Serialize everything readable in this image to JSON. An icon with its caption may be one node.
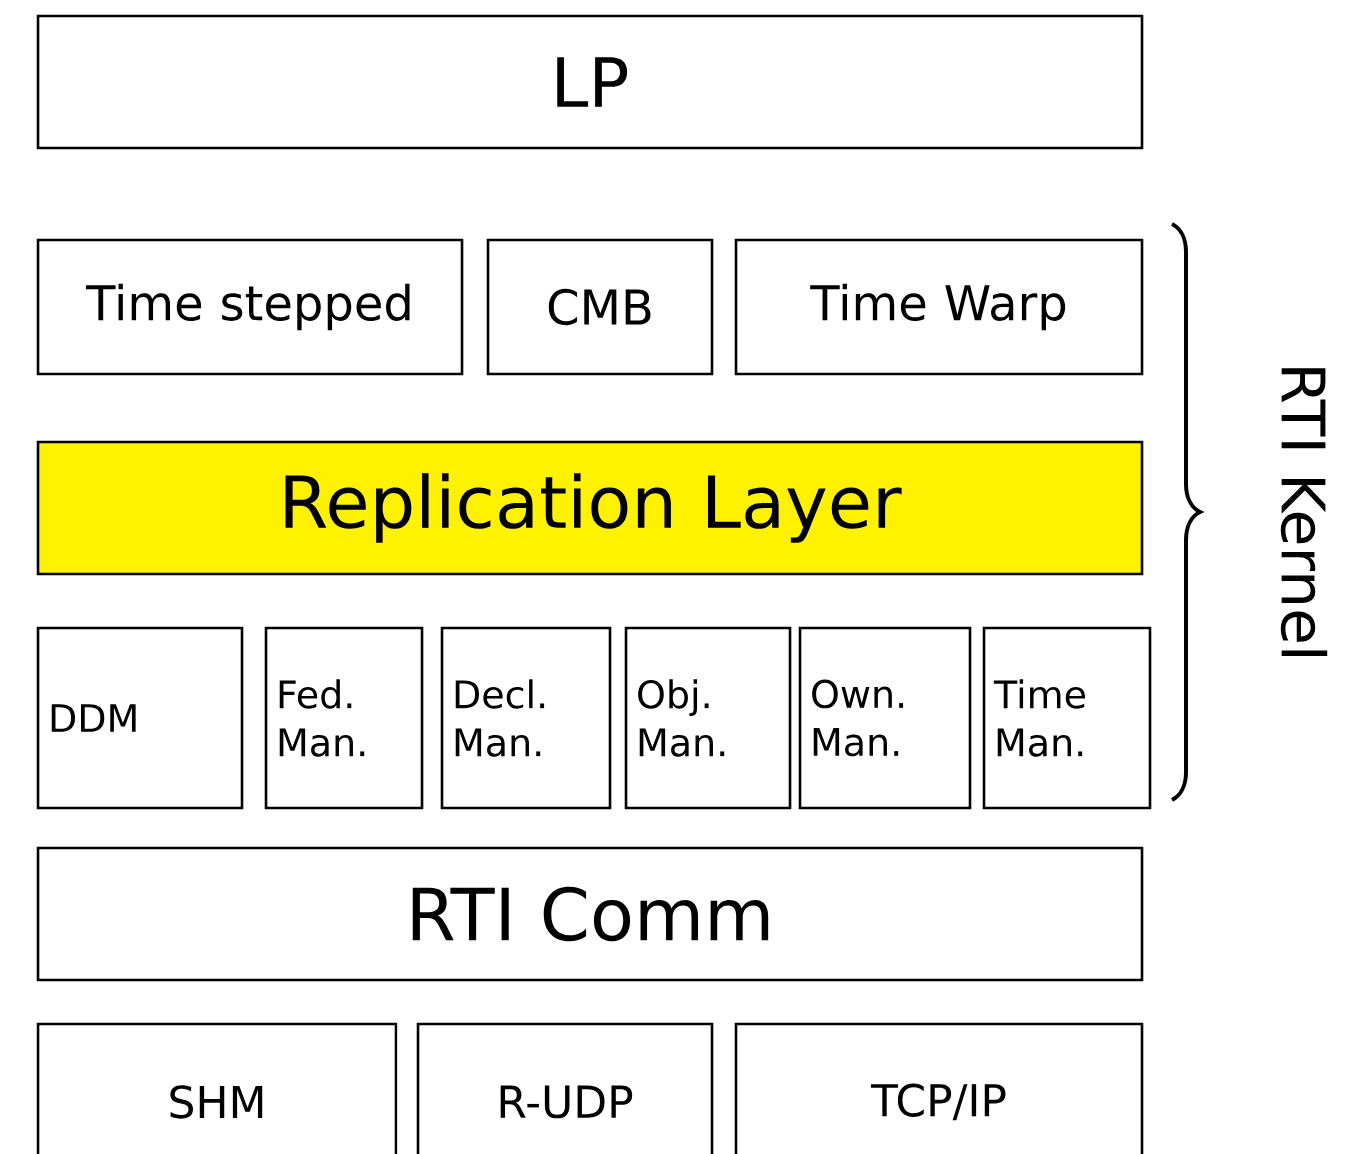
{
  "diagram": {
    "nodes": [
      {
        "text": [
          "LP"
        ]
      },
      {
        "text": [
          "Time stepped"
        ]
      },
      {
        "text": [
          "CMB"
        ]
      },
      {
        "text": [
          "Time Warp"
        ]
      },
      {
        "text": [
          "Replication Layer"
        ]
      },
      {
        "text": [
          "DDM"
        ]
      },
      {
        "text": [
          "Fed. Man."
        ]
      },
      {
        "text": [
          "Decl. Man."
        ]
      },
      {
        "text": [
          "Obj. Man."
        ]
      },
      {
        "text": [
          "Own. Man."
        ]
      },
      {
        "text": [
          "Time Man."
        ]
      },
      {
        "text": [
          "RTI Comm"
        ]
      },
      {
        "text": [
          "SHM"
        ]
      },
      {
        "text": [
          "R-UDP"
        ]
      },
      {
        "text": [
          "TCP/IP"
        ]
      }
    ],
    "edges": [],
    "labels": [
      "RTI Kernel"
    ]
  }
}
